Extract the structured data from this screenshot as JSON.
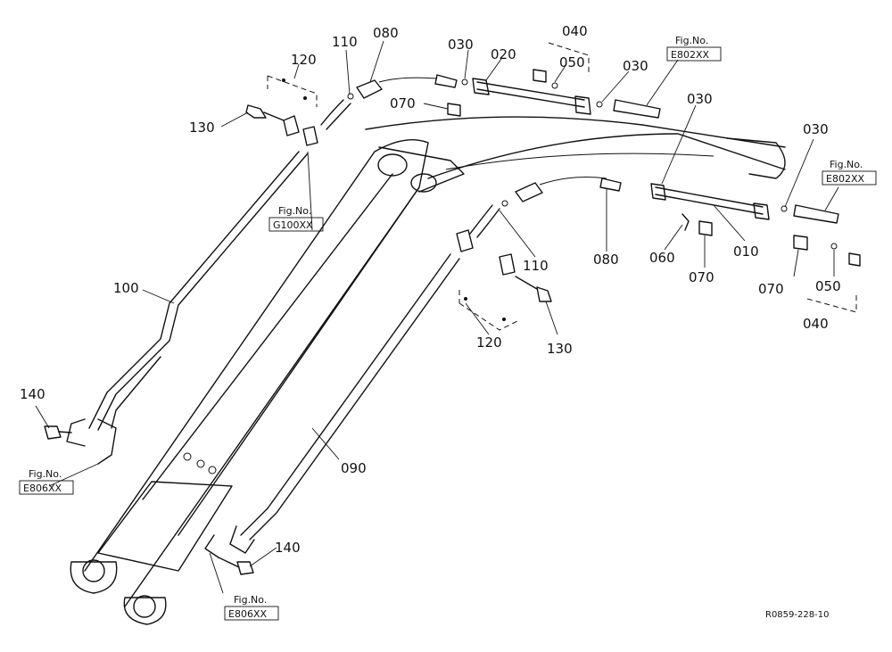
{
  "callouts": {
    "p010": "010",
    "p020": "020",
    "p030a": "030",
    "p030b": "030",
    "p030c": "030",
    "p030d": "030",
    "p040a": "040",
    "p040b": "040",
    "p050a": "050",
    "p050b": "050",
    "p060": "060",
    "p070a": "070",
    "p070b": "070",
    "p070c": "070",
    "p080a": "080",
    "p080b": "080",
    "p090": "090",
    "p100": "100",
    "p110a": "110",
    "p110b": "110",
    "p120a": "120",
    "p120b": "120",
    "p130a": "130",
    "p130b": "130",
    "p140a": "140",
    "p140b": "140"
  },
  "figrefs": {
    "fig_label": "Fig.No.",
    "e802_top": "E802XX",
    "e802_right": "E802XX",
    "g100": "G100XX",
    "e806_left": "E806XX",
    "e806_bottom": "E806XX"
  },
  "drawing_code": "R0859-228-10"
}
